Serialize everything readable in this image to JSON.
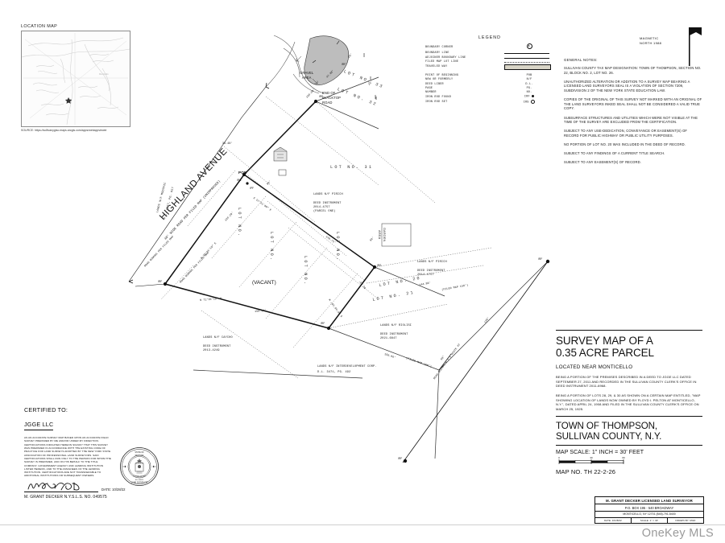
{
  "location_map": {
    "title": "LOCATION MAP",
    "source": "SOURCE: https://sullivanygiso.maps.arcgis.com/apps/webappviewer"
  },
  "legend": {
    "title": "LEGEND",
    "rows": [
      {
        "label": "BOUNDARY CORNER",
        "symbol": "circle-dot"
      },
      {
        "label": "BOUNDARY LINE",
        "symbol": "line-solid"
      },
      {
        "label": "ADJOINER BOUNDARY LINE",
        "symbol": "line-med"
      },
      {
        "label": "FILED MAP LOT LINE",
        "symbol": "line-dotted"
      },
      {
        "label": "TRAVELED WAY",
        "symbol": "swatch-travel"
      },
      {
        "label": "POINT OF BEGINNING",
        "symbol": "text",
        "value": "POB"
      },
      {
        "label": "NOW OR FORMERLY",
        "symbol": "text",
        "value": "N/F"
      },
      {
        "label": "DEED LIBER",
        "symbol": "text",
        "value": "D.L."
      },
      {
        "label": "PAGE",
        "symbol": "text",
        "value": "PG."
      },
      {
        "label": "NUMBER",
        "symbol": "text",
        "value": "NO."
      },
      {
        "label": "IRON ROD FOUND",
        "symbol": "dot-filled",
        "value": "IRF"
      },
      {
        "label": "IRON ROD SET",
        "symbol": "dot-open",
        "value": "IRS"
      }
    ]
  },
  "magnetic_north": {
    "line1": "MAGNETIC",
    "line2": "NORTH 1988"
  },
  "general_notes": {
    "heading": "GENERAL NOTES:",
    "notes": [
      "SULLIVAN COUNTY TAX MAP DESIGNATION: TOWN OF THOMPSON, SECTION NO. 22, BLOCK NO. 2, LOT NO. 26.",
      "UNAUTHORIZED ALTERATION OR ADDITION TO A SURVEY MAP BEARING A LICENSED LAND SURVEYORS SEAL IS A VIOLATION OF SECTION 7209, SUBDIVISION 2 OF THE NEW YORK STATE EDUCATION LAW.",
      "COPIES OF THE ORIGINAL OF THIS SURVEY NOT MARKED WITH AN ORIGINAL OF THE LAND SURVEYORS INKED SEAL SHALL NOT BE CONSIDERED A VALID TRUE COPY.",
      "SUBSURFACE STRUCTURES AND UTILITIES WHICH WERE NOT VISIBLE AT THE TIME OF THE SURVEY ARE EXCLUDED FROM THE CERTIFICATION.",
      "SUBJECT TO ANY USE-DEDICATION, CONVEYANCE OR EASEMENT(S) OF RECORD FOR PUBLIC HIGHWAY OR PUBLIC UTILITY PURPOSES.",
      "NO PORTION OF LOT NO. 20 WAS INCLUDED IN THE DEED OF RECORD.",
      "SUBJECT TO ANY FINDINGS OF A CURRENT TITLE SEARCH.",
      "SUBJECT TO ANY EASEMENT(S) OF RECORD."
    ]
  },
  "title_block": {
    "title_line1": "SURVEY MAP OF A",
    "title_line2": "0.35 ACRE PARCEL",
    "located": "LOCATED NEAR MONTICELLO",
    "desc1": "BEING A PORTION OF THE PREMISES DESCRIBED IN A DEED TO JGGE LLC DATED SEPTEMBER 27, 2011 AND RECORDED IN THE SULLIVAN COUNTY CLERK'S OFFICE IN DEED INSTRUMENT 2011-6968.",
    "desc2": "BEING A PORTION OF LOTS 28, 29, & 30 AS SHOWN ON A CERTAIN MAP ENTITLED, \"MAP SHOWING LOCATION OF LANDS NOW OWNED BY FLOYD I. PELTON AT MONTICELLO, N.Y.\", DATED APRIL 24, 1908 AND FILED IN THE SULLIVAN COUNTY CLERK'S OFFICE ON MARCH 25, 1925.",
    "town_line1": "TOWN OF THOMPSON,",
    "town_line2": "SULLIVAN COUNTY, N.Y.",
    "scale": "MAP SCALE:  1\" INCH = 30' FEET",
    "scale_ticks": [
      "0",
      "30",
      "60"
    ],
    "map_no": "MAP NO. TH 22-2-26"
  },
  "surveyor_block": {
    "line1": "M. GRANT DECKER LICENSED LAND SURVEYOR",
    "line2": "P.O. BOX 195 - 540 BROADWAY",
    "line3": "MONTICELLO, NY 12701   (845)-791-5400",
    "date": "DATE: 10/28/22",
    "scale": "SCALE: 1\" = 30'",
    "drawn_by": "DRAWN BY: MGD"
  },
  "certification": {
    "heading": "CERTIFIED TO:",
    "client": "JGGE LLC",
    "body": "AS AN ACCURATE SURVEY MAP BASED UPON AN ACCURATE FIELD SURVEY PREPARED BY ME AND/OR UNDER MY DIRECTION. CERTIFICATIONS INDICATED HEREON SIGNIFY THAT THIS SURVEY WAS PREPARED IN ACCORDANCE WITH THE EXISTING CODE OF PRACTICE FOR LAND SURVEYS ADOPTED BY THE NEW YORK STATE ASSOCIATION OF PROFESSIONAL LAND SURVEYORS. SAID CERTIFICATIONS SHALL RUN ONLY TO THE PERSON FOR WHOM THE SURVEY IS PREPARED, AND ON HIS BEHALF TO THE TITLE COMPANY, GOVERNMENT AGENCY AND LENDING INSTITUTION LISTED HEREON, AND TO THE ASSIGNEES OF THE LENDING INSTITUTION. CERTIFICATIONS ARE NOT TRANSFERABLE TO ADDITIONAL INSTITUTIONS OR SUBSEQUENT OWNERS.",
    "date": "DATE: 10/28/22",
    "signer": "M. GRANT DECKER N.Y.S.L.S. NO. 049575",
    "seal_text_top": "STATE OF NEW YORK",
    "seal_text_bottom": "LAND SURVEYOR",
    "seal_name": "M. GRANT DECKER",
    "seal_no": "NO. 049575"
  },
  "watermark": "OneKey MLS",
  "drawing": {
    "road_name": "HIGHLAND AVENUE",
    "road_sub": "40' WIDE ROAD PER FILED MAP (UNIMPROVED)",
    "road_bounds_filed_1": "ROAD BOUNDS PER FILED MAP",
    "road_bounds_filed_2": "ROAD BOUNDS PER FILED MAP",
    "road_bounds_route42": "ROAD BOUNDS N Y S ROUTE 42",
    "vacant": "(VACANT)",
    "gravel_area": "GRAVEL\nAREA",
    "end_of_blacktop": "END OF\nBLACKTOP\nROAD",
    "garden_area": "GARDEN\nAREA",
    "pob": "POB",
    "lot_labels": [
      "LOT NO. 33",
      "LOT NO. 32",
      "LOT NO. 31",
      "LOT NO. 20",
      "LOT NO. 21",
      "LOT NO.",
      "LOT NO.",
      "LOT NO.",
      "LOT NO."
    ],
    "bearings": [
      {
        "text": "39.48'"
      },
      {
        "text": "150.08'"
      },
      {
        "text": "47.88'"
      },
      {
        "text": "120.29'"
      },
      {
        "text": "N 35°46'15\" E"
      },
      {
        "text": "S 57°41'00\" E"
      },
      {
        "text": "149.75'"
      },
      {
        "text": "S 35°46'15\" W"
      },
      {
        "text": "82.55'"
      },
      {
        "text": "N 71°35'15\" W"
      },
      {
        "text": "156.58'"
      },
      {
        "text": "150.06'"
      },
      {
        "text": "(FILED MAP 150')"
      },
      {
        "text": "144.88'"
      },
      {
        "text": "(FILED MAP 150')"
      },
      {
        "text": "130'"
      },
      {
        "text": "50'"
      },
      {
        "text": "25'"
      },
      {
        "text": "25'"
      },
      {
        "text": "50'"
      },
      {
        "text": "50'"
      }
    ],
    "adjoiners": [
      {
        "name": "LANDS N/F MODOVIC",
        "ref": "D.L. 1377, PG. 657"
      },
      {
        "name": "LANDS N/F PIRICH",
        "ref": "DEED INSTRUMENT\n2014-4757\n(PARCEL ONE)"
      },
      {
        "name": "LANDS N/F PIRICH",
        "ref": "DEED INSTRUMENT\n2014-4757"
      },
      {
        "name": "LANDS N/F CAYCHO",
        "ref": "DEED INSTRUMENT\n2013-4249"
      },
      {
        "name": "LANDS N/F RIOLISI",
        "ref": "DEED INSTRUMENT\n2021-6847"
      },
      {
        "name": "LANDS N/F INTERDEVELOPMENT CORP.",
        "ref": "D.L. 3471, PG. 492"
      }
    ],
    "monuments": [
      "IRF",
      "IRF",
      "IRF",
      "IRF",
      "IRF",
      "IRS",
      "IRS",
      "IPF"
    ]
  }
}
